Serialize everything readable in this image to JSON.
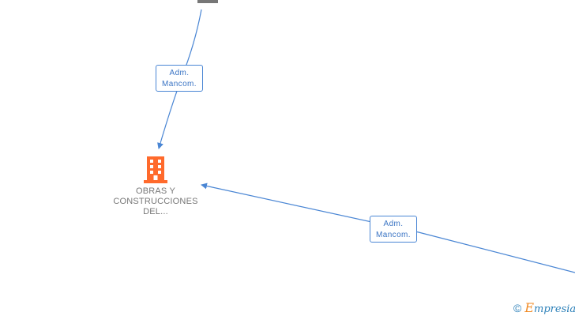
{
  "edges": [
    {
      "label_line1": "Adm.",
      "label_line2": "Mancom."
    },
    {
      "label_line1": "Adm.",
      "label_line2": "Mancom."
    }
  ],
  "company": {
    "name_line1": "OBRAS Y",
    "name_line2": "CONSTRUCCIONES",
    "name_line3": "DEL...",
    "icon": "building-icon",
    "icon_color": "#ff6a2c"
  },
  "watermark": {
    "symbol": "©",
    "brand_first": "E",
    "brand_rest": "mpresia"
  },
  "colors": {
    "edge": "#4a86d4",
    "label_border": "#4a86d4",
    "label_text": "#3a74c4",
    "node_text": "#777777",
    "top_node": "#777777"
  }
}
